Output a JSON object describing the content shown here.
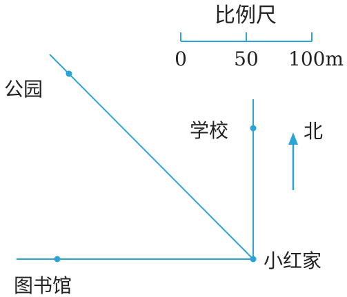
{
  "scale": {
    "title": "比例尺",
    "ticks": [
      "0",
      "50",
      "100m"
    ]
  },
  "places": {
    "park": "公园",
    "school": "学校",
    "home": "小红家",
    "library": "图书馆"
  },
  "north_label": "北",
  "colors": {
    "line": "#2aa3d9",
    "text": "#222222"
  }
}
